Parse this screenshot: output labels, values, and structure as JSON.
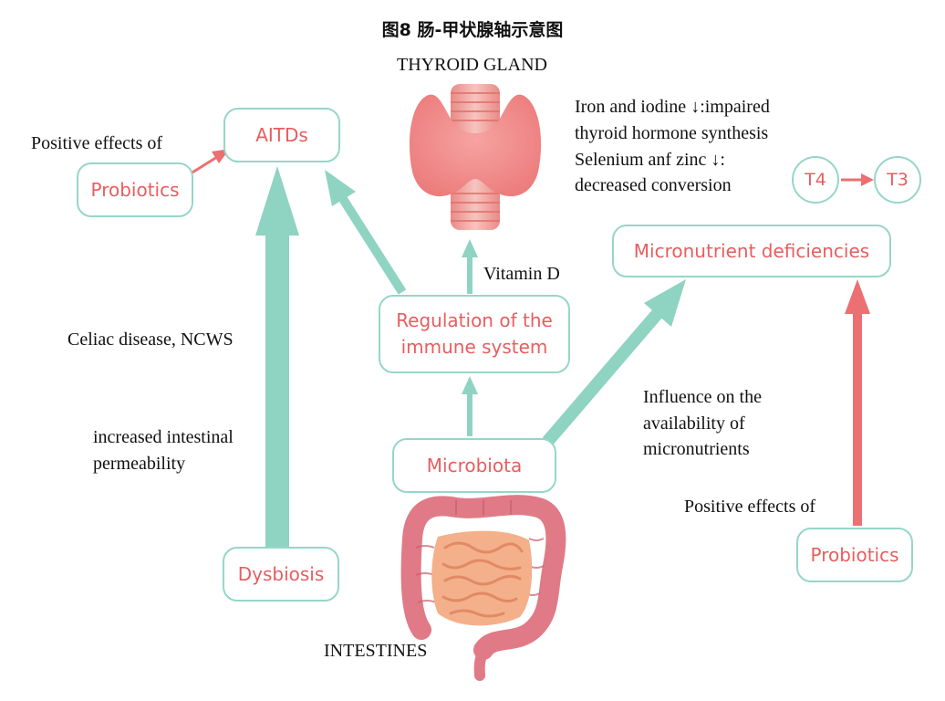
{
  "title": "图8 肠-甲状腺轴示意图",
  "labels": {
    "thyroid_gland": "THYROID GLAND",
    "intestines": "INTESTINES",
    "positive_effects_left": "Positive effects of",
    "positive_effects_right": "Positive effects of",
    "celiac": "Celiac disease, NCWS",
    "permeability_1": "increased intestinal",
    "permeability_2": "permeability",
    "vitamin_d": "Vitamin D",
    "iron_1": "Iron and iodine ↓:impaired",
    "iron_2": "thyroid hormone synthesis",
    "selenium_1": "Selenium anf zinc ↓:",
    "selenium_2": "decreased conversion",
    "influence_1": "Influence on the",
    "influence_2": "availability of",
    "influence_3": "micronutrients"
  },
  "boxes": {
    "aitds": "AITDs",
    "probiotics_left": "Probiotics",
    "regulation_1": "Regulation of the",
    "regulation_2": "immune system",
    "micronutrient": "Micronutrient deficiencies",
    "microbiota": "Microbiota",
    "dysbiosis": "Dysbiosis",
    "probiotics_right": "Probiotics",
    "t4": "T4",
    "t3": "T3"
  },
  "colors": {
    "teal": "#8fd3c2",
    "coral": "#ec6f72",
    "box_text": "#e85d5f",
    "box_border": "#96d6c8"
  }
}
